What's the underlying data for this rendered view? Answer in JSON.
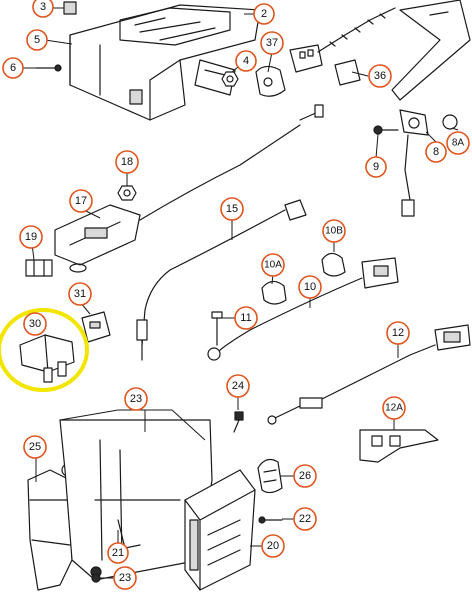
{
  "colors": {
    "callout_border": "#e0541e",
    "highlight": "#f2e600",
    "line": "#1a1a1a"
  },
  "callouts": {
    "c3": "3",
    "c2": "2",
    "c5": "5",
    "c6": "6",
    "c37": "37",
    "c4": "4",
    "c36": "36",
    "c9": "9",
    "c8": "8",
    "c8a": "8A",
    "c18": "18",
    "c17": "17",
    "c15": "15",
    "c19": "19",
    "c10b": "10B",
    "c10a": "10A",
    "c10": "10",
    "c31": "31",
    "c11": "11",
    "c30": "30",
    "c12": "12",
    "c24": "24",
    "c23a": "23",
    "c12a": "12A",
    "c25": "25",
    "c26": "26",
    "c22": "22",
    "c20": "20",
    "c21": "21",
    "c23b": "23"
  },
  "highlighted_part": "30"
}
